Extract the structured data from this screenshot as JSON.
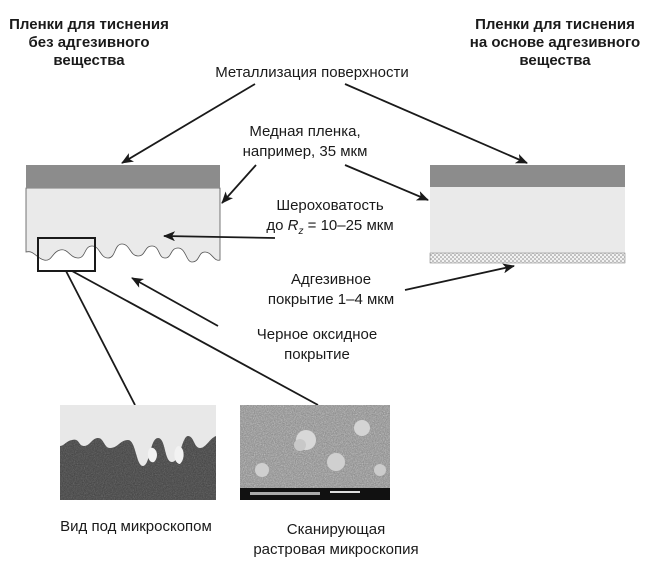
{
  "headings": {
    "left": [
      "Пленки для тиснения",
      "без адгезивного",
      "вещества"
    ],
    "right": [
      "Пленки для тиснения",
      "на основе адгезивного",
      "вещества"
    ]
  },
  "labels": {
    "metallization": "Металлизация поверхности",
    "copper": [
      "Медная пленка,",
      "например, 35 мкм"
    ],
    "roughness_line1": "Шероховатость",
    "roughness_prefix": "до ",
    "roughness_symbol": "R",
    "roughness_sub": "z",
    "roughness_suffix": " = 10–25 мкм",
    "adhesive": [
      "Адгезивное",
      "покрытие 1–4 мкм"
    ],
    "oxide": [
      "Черное оксидное",
      "покрытие"
    ]
  },
  "captions": {
    "microscope": "Вид под микроскопом",
    "sem": [
      "Сканирующая",
      "растровая микроскопия"
    ]
  },
  "colors": {
    "copper_layer": "#8c8c8c",
    "film_body": "#eaeaea",
    "adhesive_dots": "#9a9a9a",
    "arrow": "#1a1a1a"
  }
}
